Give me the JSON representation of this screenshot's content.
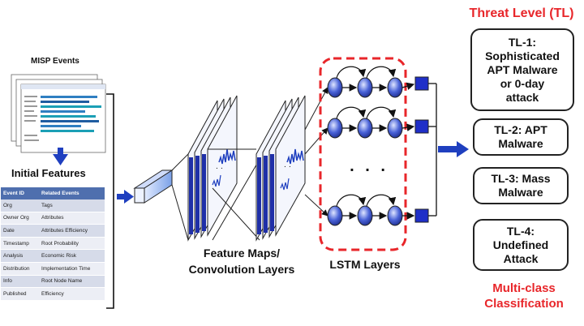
{
  "misp_events_label": "MISP Events",
  "initial_features_title": "Initial Features",
  "features_table": {
    "headers": [
      "Event ID",
      "Related Events"
    ],
    "rows": [
      [
        "Org",
        "Tags"
      ],
      [
        "Owner Org",
        "Attributes"
      ],
      [
        "Date",
        "Attributes Efficiency"
      ],
      [
        "Timestamp",
        "Root Probability"
      ],
      [
        "Analysis",
        "Economic Risk"
      ],
      [
        "Distribution",
        "Implementation Time"
      ],
      [
        "Info",
        "Root Node Name"
      ],
      [
        "Published",
        "Efficiency"
      ]
    ]
  },
  "feature_maps_label": "Feature Maps/\nConvolution Layers",
  "lstm_label": "LSTM Layers",
  "ellipsis": ". . .",
  "threat_level_title": "Threat Level (TL)",
  "threat_levels": [
    "TL-1:\nSophisticated\nAPT Malware\nor 0-day\nattack",
    "TL-2: APT\nMalware",
    "TL-3: Mass\nMalware",
    "TL-4:\nUndefined\nAttack"
  ],
  "classification_label": "Multi-class\nClassification",
  "colors": {
    "accent_red": "#e8262a",
    "arrow_blue": "#1f3fbf",
    "header_blue": "#4f6fae"
  }
}
